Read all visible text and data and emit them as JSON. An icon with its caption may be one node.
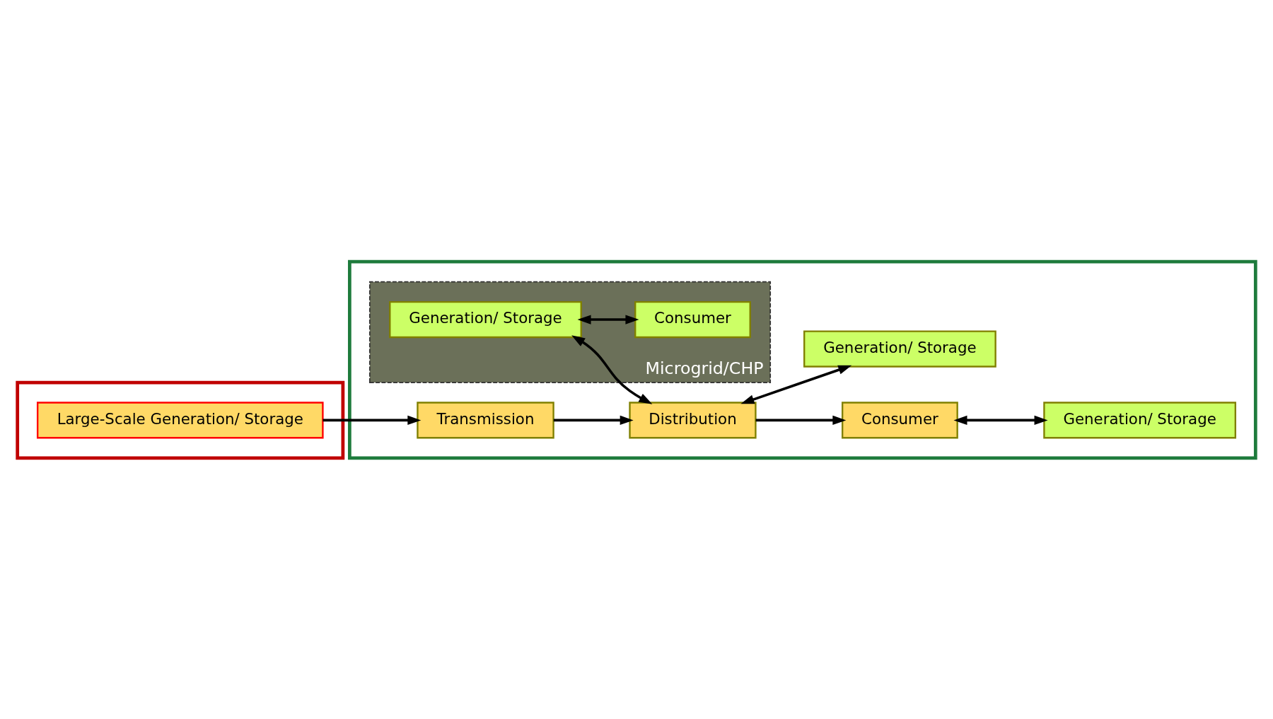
{
  "diagram": {
    "nodes": [
      {
        "text": [],
        "shape": "box"
      },
      {
        "text": [
          "Large-Scale Generation/ Storage"
        ],
        "in": 0
      },
      {
        "text": [],
        "shape": "box"
      },
      {
        "text": [
          "Microgrid/CHP"
        ],
        "in": 2
      },
      {
        "text": [
          "Generation/ Storage"
        ],
        "in": 3
      },
      {
        "text": [
          "Consumer"
        ],
        "in": 3
      },
      {
        "text": [
          "Transmission"
        ],
        "in": 2
      },
      {
        "text": [
          "Distribution"
        ],
        "in": 2
      },
      {
        "text": [
          "Consumer"
        ],
        "in": 2
      },
      {
        "text": [
          "Generation/ Storage"
        ],
        "in": 2
      },
      {
        "text": [
          "Generation/ Storage"
        ],
        "in": 2
      }
    ],
    "edges": [
      {
        "from": 1,
        "to": 6,
        "arrow": "to"
      },
      {
        "from": 6,
        "to": 7,
        "arrow": "to"
      },
      {
        "from": 7,
        "to": 8,
        "arrow": "to"
      },
      {
        "from": 4,
        "to": 5,
        "arrow": "both"
      },
      {
        "from": 4,
        "to": 7,
        "arrow": "both"
      },
      {
        "from": 7,
        "to": 9,
        "arrow": "both"
      },
      {
        "from": 8,
        "to": 10,
        "arrow": "both"
      }
    ]
  }
}
